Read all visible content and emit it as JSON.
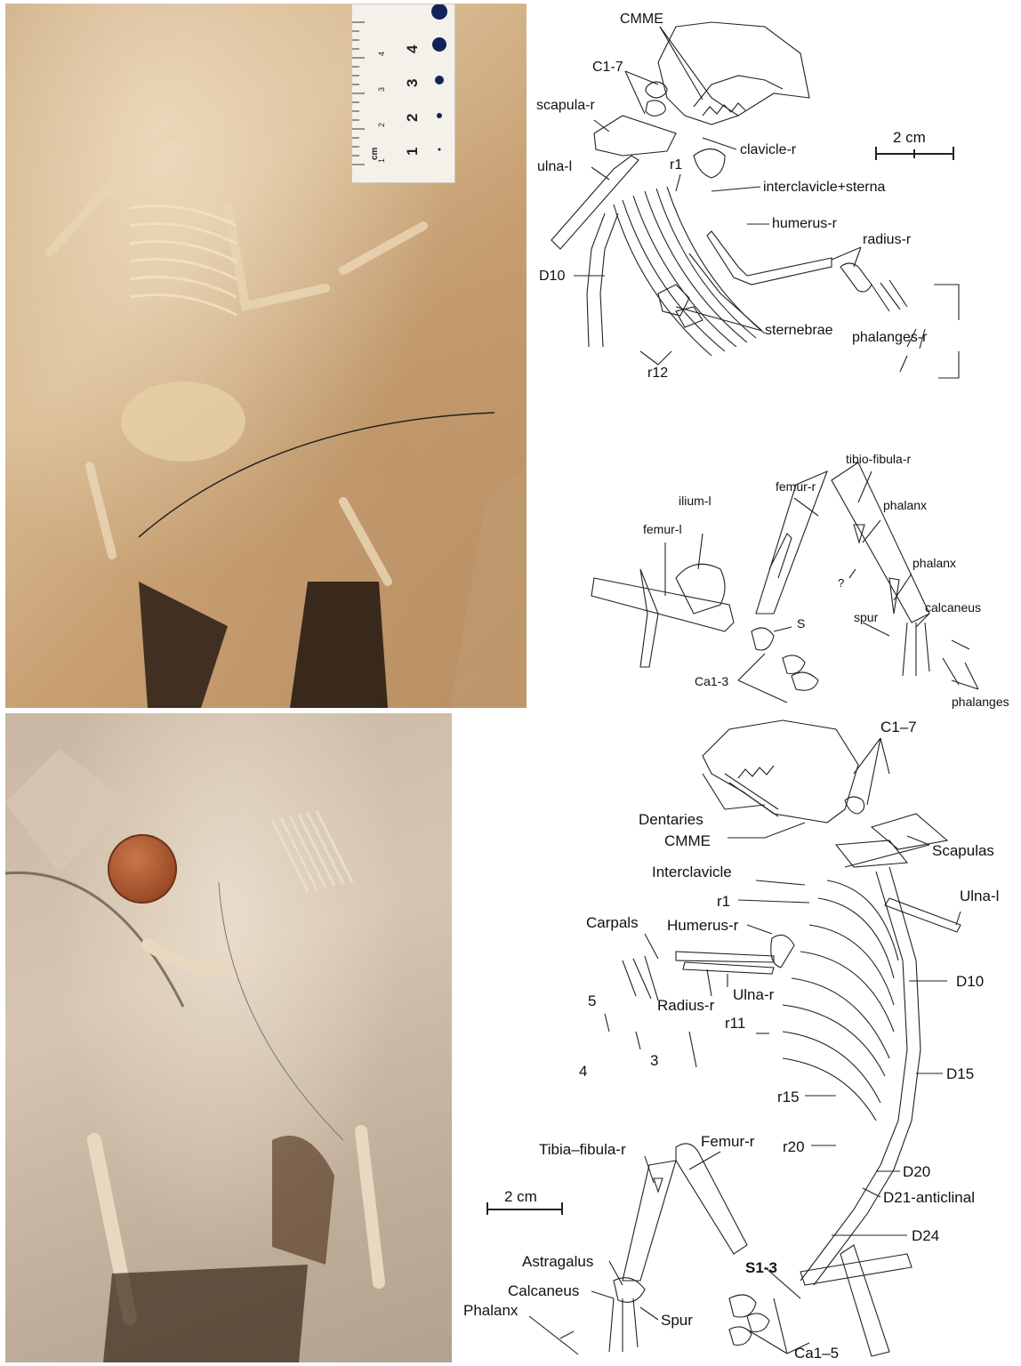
{
  "top_drawing": {
    "scale": "2 cm",
    "labels": {
      "cmme": "CMME",
      "c1_7": "C1-7",
      "scapula_r": "scapula-r",
      "clavicle_r": "clavicle-r",
      "ulna_l": "ulna-l",
      "r1": "r1",
      "interclavicle_sterna": "interclavicle+sterna",
      "humerus_r": "humerus-r",
      "radius_r": "radius-r",
      "d10": "D10",
      "sternebrae": "sternebrae",
      "phalanges_r": "phalanges-r",
      "r12": "r12"
    }
  },
  "middle_drawing": {
    "labels": {
      "tibio_fibula_r": "tibio-fibula-r",
      "femur_r": "femur-r",
      "ilium_l": "ilium-l",
      "phalanx_1": "phalanx",
      "femur_l": "femur-l",
      "question": "?",
      "phalanx_2": "phalanx",
      "calcaneus": "calcaneus",
      "spur": "spur",
      "s": "S",
      "ca1_3": "Ca1-3",
      "phalanges": "phalanges"
    }
  },
  "bottom_drawing": {
    "scale": "2 cm",
    "labels": {
      "c1_7": "C1–7",
      "dentaries": "Dentaries",
      "cmme": "CMME",
      "scapulas": "Scapulas",
      "interclavicle": "Interclavicle",
      "r1": "r1",
      "ulna_l": "Ulna-l",
      "carpals": "Carpals",
      "humerus_r": "Humerus-r",
      "d10": "D10",
      "ulna_r": "Ulna-r",
      "radius_r": "Radius-r",
      "digit_5": "5",
      "r11": "r11",
      "digit_4": "4",
      "digit_3": "3",
      "d15": "D15",
      "r15": "r15",
      "femur_r": "Femur-r",
      "tibia_fibula_r": "Tibia–fibula-r",
      "r20": "r20",
      "d20": "D20",
      "d21": "D21-anticlinal",
      "d24": "D24",
      "astragalus": "Astragalus",
      "s1_3": "S1-3",
      "calcaneus": "Calcaneus",
      "spur": "Spur",
      "phalanx": "Phalanx",
      "ca1_5": "Ca1–5"
    }
  },
  "ruler": {
    "unit": "cm",
    "numbers": [
      "1",
      "2",
      "3",
      "4"
    ],
    "side_numbers": [
      "1",
      "2",
      "3",
      "4"
    ]
  }
}
